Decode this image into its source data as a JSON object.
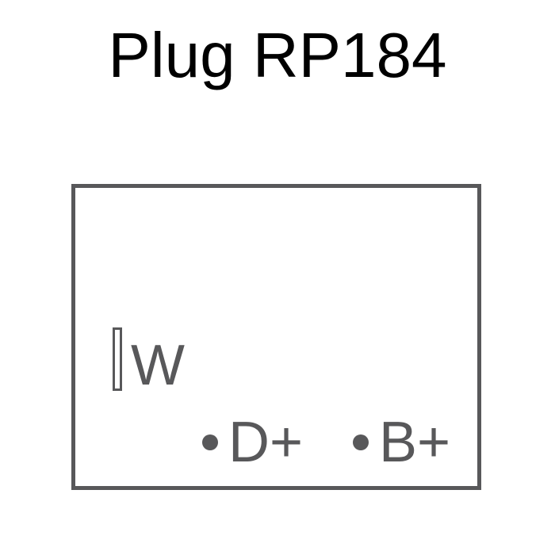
{
  "title": "Plug RP184",
  "colors": {
    "outline": "#58585a",
    "title": "#000000",
    "background": "#ffffff"
  },
  "plug": {
    "pins": [
      {
        "label": "W",
        "marker": "slot"
      },
      {
        "label": "D+",
        "marker": "dot"
      },
      {
        "label": "B+",
        "marker": "dot"
      }
    ]
  }
}
